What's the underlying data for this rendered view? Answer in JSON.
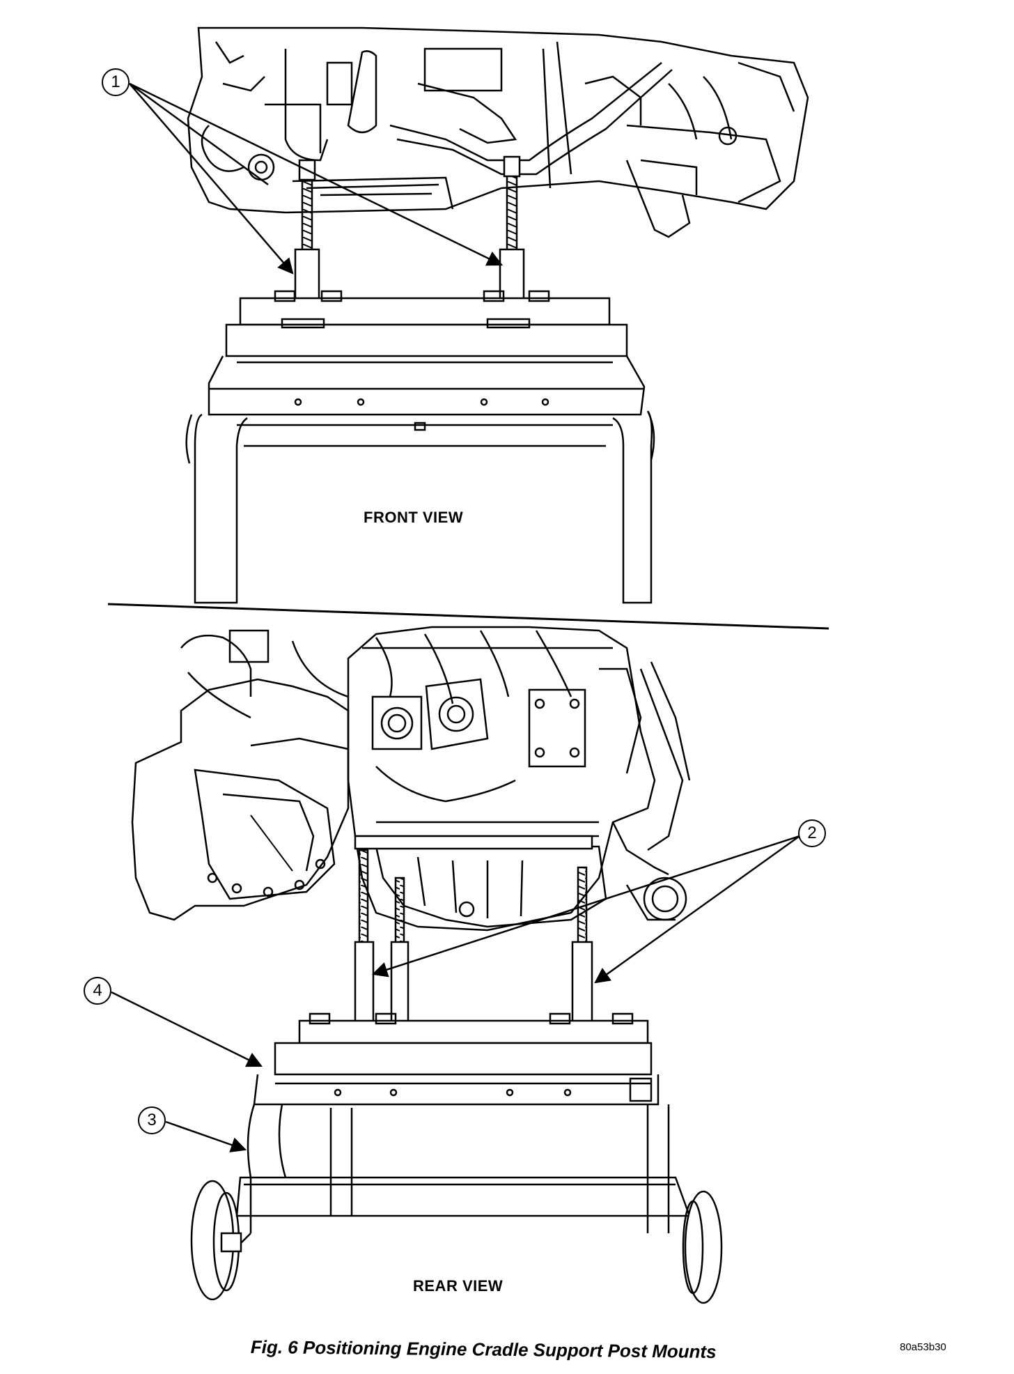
{
  "figure": {
    "callouts": [
      "1",
      "2",
      "3",
      "4"
    ],
    "front_view_label": "FRONT VIEW",
    "rear_view_label": "REAR VIEW",
    "caption": "Fig. 6 Positioning Engine Cradle Support Post Mounts",
    "code": "80a53b30"
  }
}
